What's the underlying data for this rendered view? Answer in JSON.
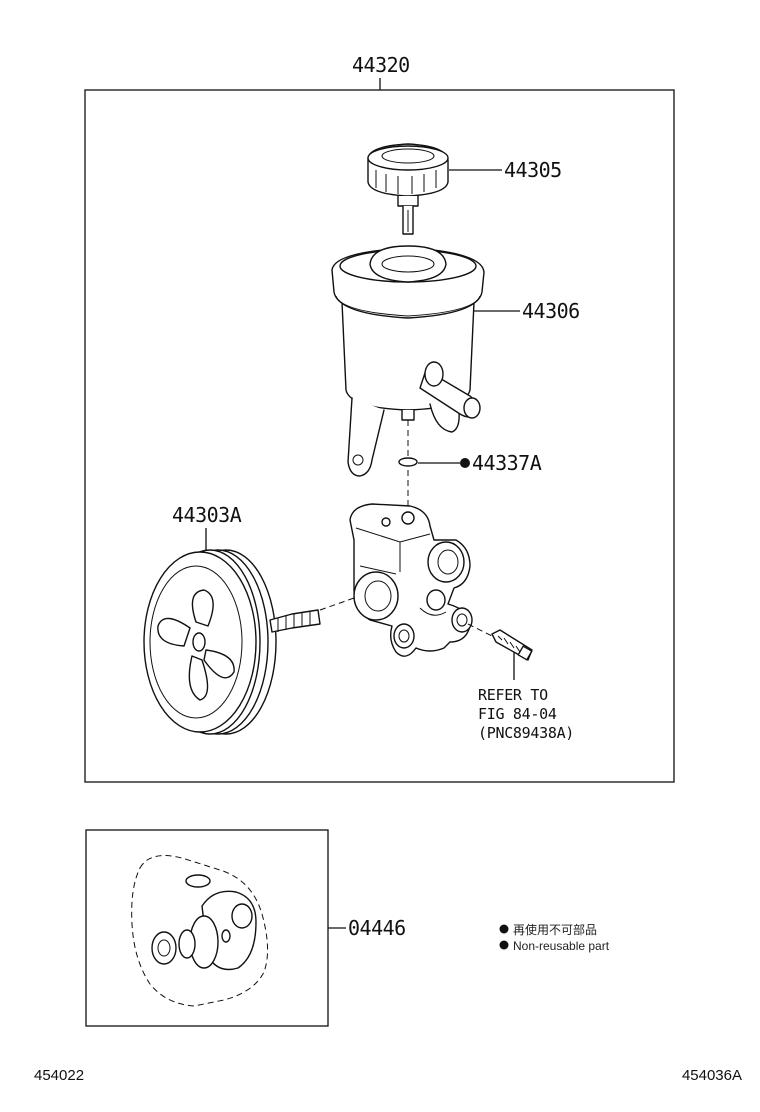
{
  "assembly_number": "44320",
  "parts": {
    "cap": "44305",
    "reservoir": "44306",
    "o_ring": "44337A",
    "pulley": "44303A",
    "gasket_kit": "04446"
  },
  "reference": {
    "line1": "REFER TO",
    "line2": "FIG 84-04",
    "line3": "(PNC89438A)"
  },
  "legend": {
    "japanese": "再使用不可部品",
    "english": "Non-reusable part"
  },
  "footer": {
    "left_code": "454022",
    "right_code": "454036A"
  }
}
